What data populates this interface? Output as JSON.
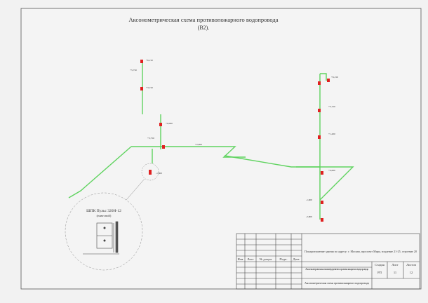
{
  "drawing": {
    "title_line1": "Аксонометрическая схема противопожарного водопровода",
    "title_line2": "(В2).",
    "cabinet_label": "ШПК Пульс 320Н-12",
    "cabinet_note": "(навесной)",
    "pipe_color": "#5fd35f",
    "valve_color": "#e02020",
    "levels": [
      "+6,150",
      "+3,150",
      "+0,000",
      "-1,800",
      "+5,750",
      "+3,750",
      "+2,900",
      "+6,150",
      "+3,150",
      "+1,200",
      "+0,000",
      "-1,600",
      "-2,800"
    ]
  },
  "stamp": {
    "columns": [
      "Изм.",
      "Лист",
      "№ докум.",
      "Подп.",
      "Дата"
    ],
    "object": "Пожаротушение здания по адресу: г. Москва, проспект Мира, владение 21-25, строение 20",
    "sheet_title": "Аксонометрическая схема внутреннего противопожарного водопровода",
    "drawing_name": "Аксонометрическая схема противопожарного водопровода",
    "stage_label": "Стадия",
    "sheet_label": "Лист",
    "sheets_label": "Листов",
    "stage": "РП",
    "sheet": "11",
    "sheets": "12"
  }
}
